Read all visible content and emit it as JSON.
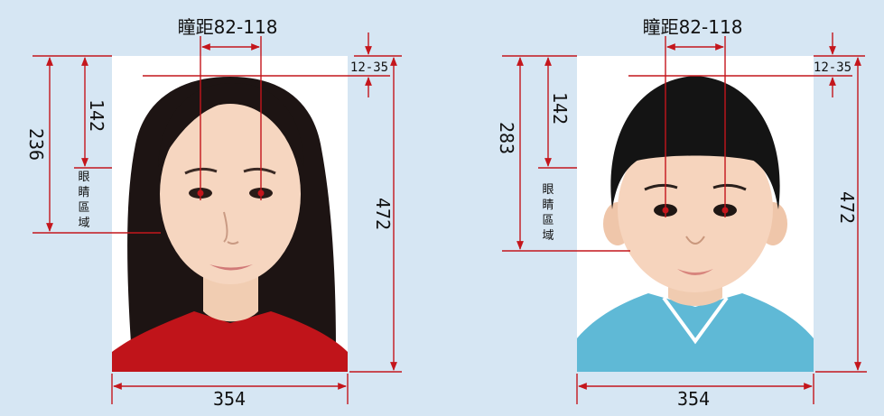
{
  "panels": [
    {
      "id": "adult",
      "title": "瞳距82-118",
      "top_margin": "12-35",
      "face_height": "236",
      "eye_line": "142",
      "eye_region_label": [
        "眼",
        "睛",
        "區",
        "域"
      ],
      "photo_height": "472",
      "photo_width": "354"
    },
    {
      "id": "child",
      "title": "瞳距82-118",
      "top_margin": "12-35",
      "face_height": "283",
      "eye_line": "142",
      "eye_region_label": [
        "眼",
        "睛",
        "區",
        "域"
      ],
      "photo_height": "472",
      "photo_width": "354"
    }
  ],
  "colors": {
    "background": "#d6e6f3",
    "dimension_line": "#c4161c",
    "text": "#111111",
    "adult_shirt": "#c0141a",
    "child_shirt": "#5fb9d6"
  }
}
